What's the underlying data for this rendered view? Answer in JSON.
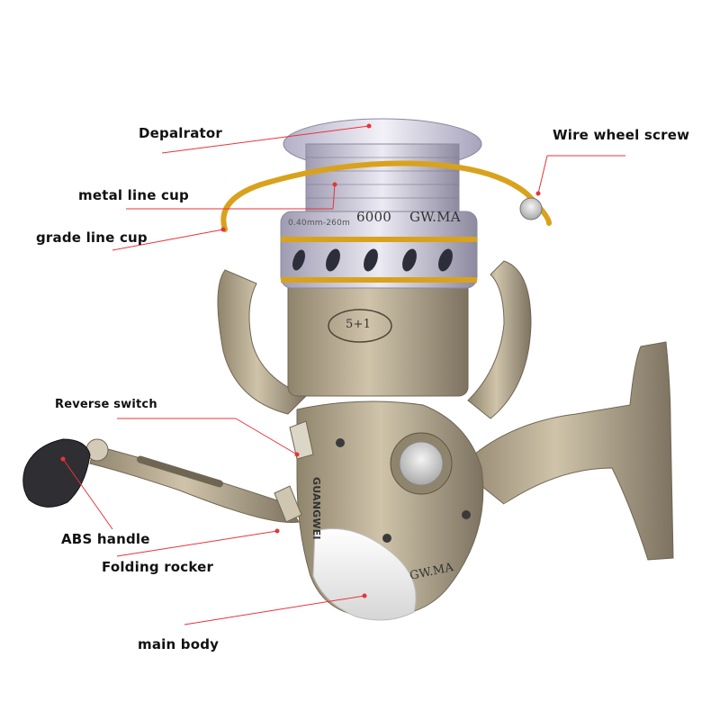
{
  "labels": {
    "depalrator": "Depalrator",
    "wire_wheel_screw": "Wire wheel screw",
    "metal_line_cup": "metal line cup",
    "grade_line_cup": "grade line cup",
    "reverse_switch": "Reverse switch",
    "abs_handle": "ABS handle",
    "folding_rocker": "Folding rocker",
    "main_body": "main body"
  },
  "product_markings": {
    "size": "6000",
    "brand": "GW.MA",
    "bearings": "5+1",
    "spool_capacity": "0.40mm-260m",
    "side_brand": "GUANGWEI",
    "body_brand": "GW.MA"
  },
  "colors": {
    "leader_line": "#e8333a",
    "body": "#b7aa8f",
    "spool": "#c9c6d6",
    "gold": "#d9a21c",
    "knob": "#2f2f33"
  }
}
